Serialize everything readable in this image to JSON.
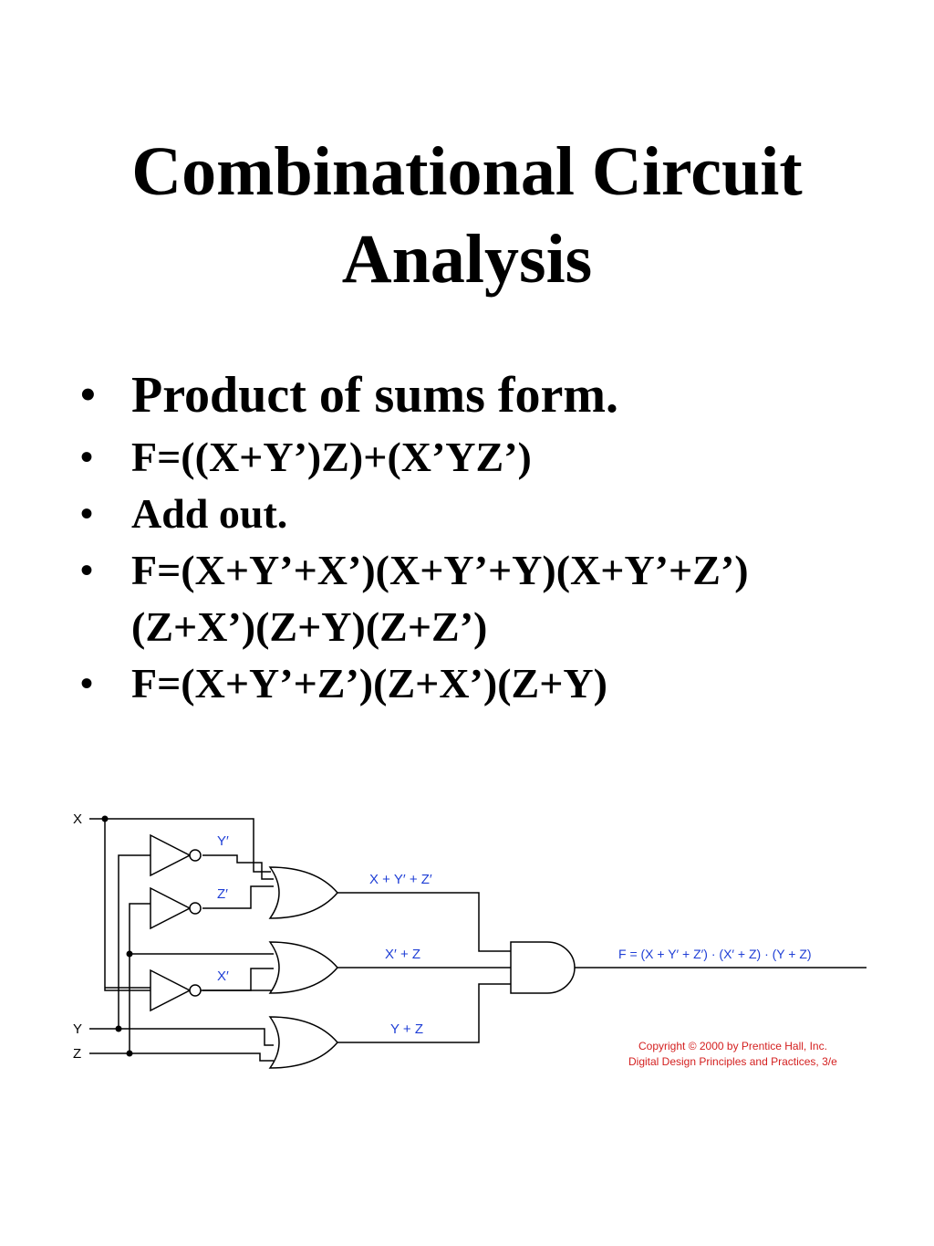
{
  "slide": {
    "title_line1": "Combinational Circuit",
    "title_line2": "Analysis",
    "bullets": [
      "Product of sums form.",
      "F=((X+Y’)Z)+(X’YZ’)",
      "Add out.",
      "F=(X+Y’+X’)(X+Y’+Y)(X+Y’+Z’)",
      "F=(X+Y’+Z’)(Z+X’)(Z+Y)"
    ],
    "continuation": "(Z+X’)(Z+Y)(Z+Z’)",
    "bullet_symbol": "•"
  },
  "circuit": {
    "inputs": {
      "x": "X",
      "y": "Y",
      "z": "Z"
    },
    "inverter_labels": {
      "y_not": "Y′",
      "z_not": "Z′",
      "x_not": "X′"
    },
    "gate_labels": {
      "or1": "X + Y′ + Z′",
      "or2": "X′ + Z",
      "or3": "Y + Z"
    },
    "output_label": "F = (X + Y′ + Z′) · (X′ + Z) · (Y + Z)",
    "copyright_line1": "Copyright © 2000 by Prentice Hall, Inc.",
    "copyright_line2": "Digital Design Principles and Practices, 3/e",
    "colors": {
      "wire": "#000000",
      "label": "#1f3fd6",
      "copyright": "#d42020"
    }
  }
}
